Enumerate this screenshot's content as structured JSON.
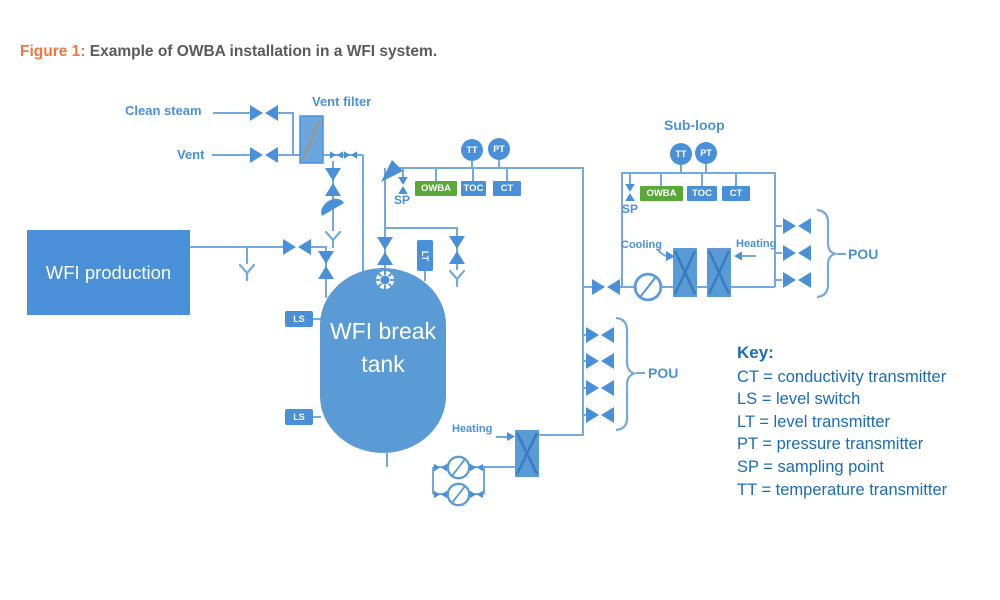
{
  "figure": {
    "label": "Figure 1:",
    "caption": " Example of OWBA installation in a WFI system."
  },
  "colors": {
    "accent_orange": "#f0763f",
    "caption_gray": "#595a5c",
    "pipe_blue": "#74a9dc",
    "solid_blue": "#4a90d9",
    "tank_blue": "#5b9bd5",
    "owba_green": "#5aa839",
    "key_text_blue": "#1b6cb5"
  },
  "diagram": {
    "clean_steam": "Clean steam",
    "vent": "Vent",
    "vent_filter": "Vent filter",
    "wfi_production": "WFI production",
    "wfi_break_tank": "WFI break tank",
    "sub_loop": "Sub-loop",
    "cooling": "Cooling",
    "heating": "Heating",
    "pou": "POU",
    "sp": "SP",
    "tt": "TT",
    "pt": "PT",
    "owba": "OWBA",
    "toc": "TOC",
    "ct": "CT",
    "ls": "LS",
    "lt": "LT"
  },
  "key": {
    "title": "Key:",
    "entries": [
      "CT = conductivity transmitter",
      "LS = level switch",
      "LT = level transmitter",
      "PT = pressure transmitter",
      "SP = sampling point",
      "TT = temperature transmitter"
    ]
  }
}
